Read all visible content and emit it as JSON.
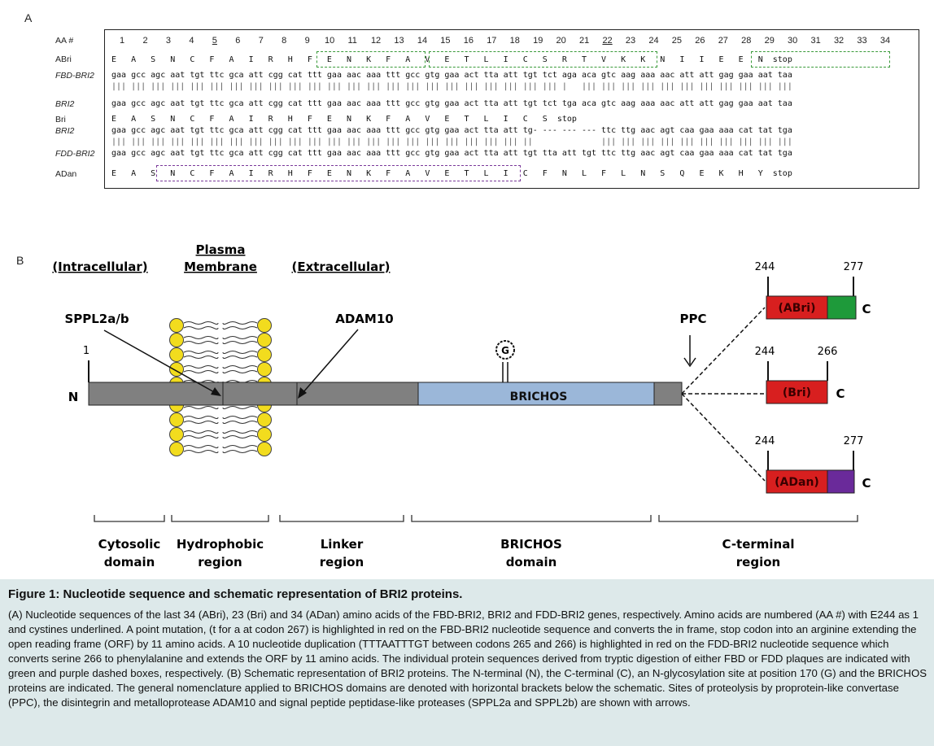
{
  "figure": {
    "panel_a_label": "A",
    "panel_b_label": "B"
  },
  "sequence_panel": {
    "labels": [
      "AA #",
      "ABri",
      "FBD-BRI2",
      "BRI2",
      "Bri",
      "BRI2",
      "FDD-BRI2",
      "ADan"
    ],
    "aa_numbers": [
      "1",
      "2",
      "3",
      "4",
      "5",
      "6",
      "7",
      "8",
      "9",
      "10",
      "11",
      "12",
      "13",
      "14",
      "15",
      "16",
      "17",
      "18",
      "19",
      "20",
      "21",
      "22",
      "23",
      "24",
      "25",
      "26",
      "27",
      "28",
      "29",
      "30",
      "31",
      "32",
      "33",
      "34"
    ],
    "rows": [
      "",
      "E   A   S   N   C   F   A   I   R   H   F   E   N   K   F   A   V   E   T   L   I   C   S   R   T   V   K   K   N   I   I   E   E   N  stop",
      "gaa gcc agc aat tgt ttc gca att cgg cat ttt gaa aac aaa ttt gcc gtg gaa act tta att tgt tct aga aca gtc aag aaa aac att att gag gaa aat taa",
      "||| ||| ||| ||| ||| ||| ||| ||| ||| ||| ||| ||| ||| ||| ||| ||| ||| ||| ||| ||| ||| ||| ||| |   ||| ||| ||| ||| ||| ||| ||| ||| ||| ||| |||",
      "gaa gcc agc aat tgt ttc gca att cgg cat ttt gaa aac aaa ttt gcc gtg gaa act tta att tgt tct tga aca gtc aag aaa aac att att gag gaa aat taa",
      "E   A   S   N   C   F   A   I   R   H   F   E   N   K   F   A   V   E   T   L   I   C   S  stop",
      "gaa gcc agc aat tgt ttc gca att cgg cat ttt gaa aac aaa ttt gcc gtg gaa act tta att tg- --- --- --- ttc ttg aac agt caa gaa aaa cat tat tga",
      "||| ||| ||| ||| ||| ||| ||| ||| ||| ||| ||| ||| ||| ||| ||| ||| ||| ||| ||| ||| ||| ||              ||| ||| ||| ||| ||| ||| ||| ||| ||| |||",
      "gaa gcc agc aat tgt ttc gca att cgg cat ttt gaa aac aaa ttt gcc gtg gaa act tta att tgt tta att tgt ttc ttg aac agt caa gaa aaa cat tat tga",
      "E   A   S   N   C   F   A   I   R   H   F   E   N   K   F   A   V   E   T   L   I   C   F   N   L   F   L   N   S   Q   E   K   H   Y  stop"
    ],
    "colors": {
      "green": "#3a9a3a",
      "purple": "#7a3a9a",
      "red": "#d62020"
    }
  },
  "schematic": {
    "topology": {
      "intracellular": "(Intracellular)",
      "membrane_line1": "Plasma",
      "membrane_line2": "Membrane",
      "extracellular": "(Extracellular)"
    },
    "arrows": {
      "sppl": "SPPL2a/b",
      "adam": "ADAM10",
      "ppc": "PPC"
    },
    "protein": {
      "start_number": "1",
      "n_term": "N",
      "brichos": "BRICHOS",
      "glyco": "G"
    },
    "products": [
      {
        "start": "244",
        "end": "277",
        "label": "(ABri)",
        "c": "C",
        "tail_color": "#1e9a3a"
      },
      {
        "start": "244",
        "end": "266",
        "label": "(Bri)",
        "c": "C",
        "tail_color": ""
      },
      {
        "start": "244",
        "end": "277",
        "label": "(ADan)",
        "c": "C",
        "tail_color": "#6a2a9a"
      }
    ],
    "domains": [
      {
        "line1": "Cytosolic",
        "line2": "domain"
      },
      {
        "line1": "Hydrophobic",
        "line2": "region"
      },
      {
        "line1": "Linker",
        "line2": "region"
      },
      {
        "line1": "BRICHOS",
        "line2": "domain"
      },
      {
        "line1": "C-terminal",
        "line2": "region"
      }
    ],
    "colors": {
      "shaft": "#808080",
      "brichos": "#9bb7d9",
      "product_red": "#d81f1f",
      "lipid_head": "#f2dc1e"
    }
  },
  "caption": {
    "title": "Figure 1: Nucleotide sequence and schematic representation of BRI2 proteins.",
    "body": "(A) Nucleotide sequences of the last 34 (ABri), 23 (Bri) and 34 (ADan) amino acids of the FBD-BRI2, BRI2 and FDD-BRI2 genes, respectively. Amino acids are numbered (AA #) with E244 as 1 and cystines underlined. A point mutation, (t for a at codon 267) is highlighted in red on the FBD-BRI2 nucleotide sequence and converts the in frame, stop codon into an arginine extending the open reading frame (ORF) by 11 amino acids. A 10 nucleotide duplication (TTTAATTTGT between codons 265 and 266) is highlighted in red on the FDD-BRI2 nucleotide sequence which converts serine 266 to phenylalanine and extends the ORF by 11 amino acids. The individual protein sequences derived from tryptic digestion of either FBD or FDD plaques are indicated with green and purple dashed boxes, respectively. (B) Schematic representation of BRI2 proteins. The N-terminal (N), the C-terminal (C), an N-glycosylation site at position 170 (G) and the BRICHOS proteins are indicated. The general nomenclature applied to BRICHOS domains are denoted with horizontal brackets below the schematic. Sites of proteolysis by proprotein-like convertase (PPC), the disintegrin and metalloprotease ADAM10 and signal peptide peptidase-like proteases (SPPL2a and SPPL2b) are shown with arrows."
  }
}
